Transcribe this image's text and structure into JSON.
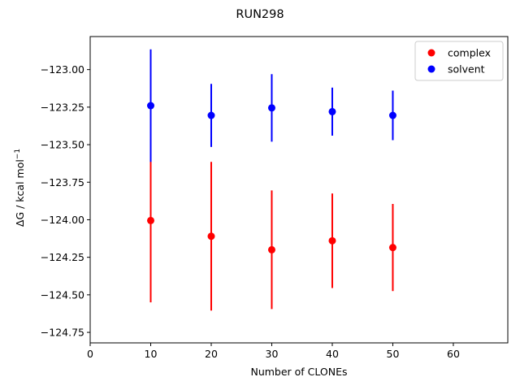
{
  "chart_data": {
    "type": "scatter",
    "title": "RUN298",
    "xlabel": "Number of CLONEs",
    "ylabel_main": "ΔG / kcal mol",
    "ylabel_sup": "−1",
    "xlim": [
      0,
      69
    ],
    "ylim": [
      -124.82,
      -122.78
    ],
    "xticks": [
      0,
      10,
      20,
      30,
      40,
      50,
      60
    ],
    "xtick_labels": [
      "0",
      "10",
      "20",
      "30",
      "40",
      "50",
      "60"
    ],
    "yticks": [
      -123.0,
      -123.25,
      -123.5,
      -123.75,
      -124.0,
      -124.25,
      -124.5,
      -124.75
    ],
    "ytick_labels": [
      "−123.00",
      "−123.25",
      "−123.50",
      "−123.75",
      "−124.00",
      "−124.25",
      "−124.50",
      "−124.75"
    ],
    "grid": false,
    "legend_position": "top-right",
    "error_bars": true,
    "series": [
      {
        "name": "complex",
        "color": "#ff0000",
        "x": [
          10,
          20,
          30,
          40,
          50
        ],
        "y": [
          -124.005,
          -124.11,
          -124.2,
          -124.14,
          -124.185
        ],
        "yerr": [
          0.545,
          0.495,
          0.395,
          0.315,
          0.29
        ]
      },
      {
        "name": "solvent",
        "color": "#0000ff",
        "x": [
          10,
          20,
          30,
          40,
          50
        ],
        "y": [
          -123.24,
          -123.305,
          -123.255,
          -123.28,
          -123.305
        ],
        "yerr": [
          0.375,
          0.21,
          0.225,
          0.16,
          0.165
        ]
      }
    ]
  }
}
